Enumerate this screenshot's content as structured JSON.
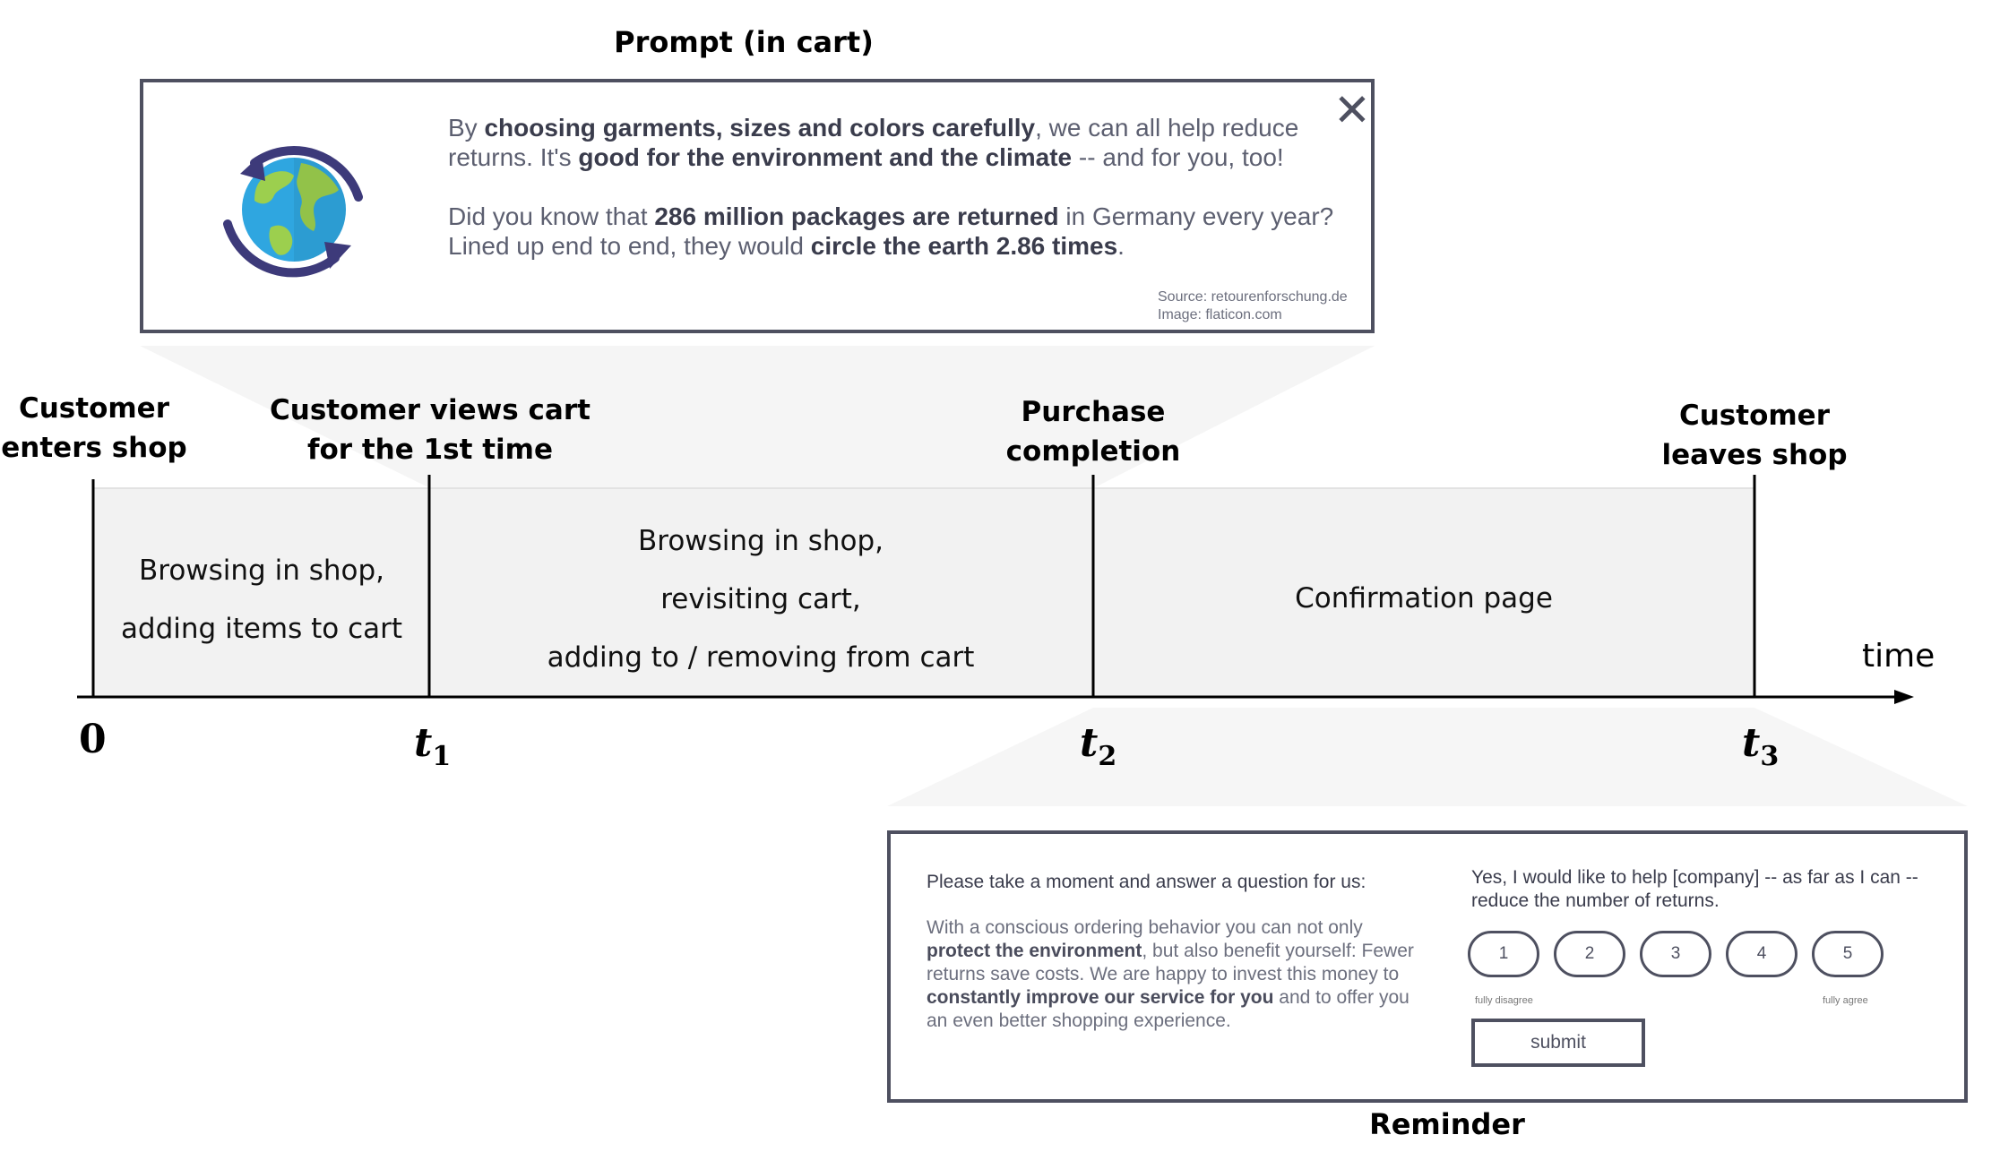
{
  "prompt": {
    "title": "Prompt (in cart)",
    "para1": [
      {
        "t": "By ",
        "b": false
      },
      {
        "t": "choosing garments, sizes and colors carefully",
        "b": true
      },
      {
        "t": ", we can all help reduce returns. It's ",
        "b": false
      },
      {
        "t": "good for the environment and the climate",
        "b": true
      },
      {
        "t": " -- and for you, too!",
        "b": false
      }
    ],
    "para2": [
      {
        "t": "Did you know that ",
        "b": false
      },
      {
        "t": "286 million packages are returned",
        "b": true
      },
      {
        "t": " in Germany every year? Lined up end to end, they would ",
        "b": false
      },
      {
        "t": "circle the earth 2.86 times",
        "b": true
      },
      {
        "t": ".",
        "b": false
      }
    ],
    "source": "Source: retourenforschung.de",
    "image_credit": "Image: flaticon.com",
    "close_icon": "close-icon",
    "globe_icon": "recycle-globe-icon"
  },
  "timeline": {
    "events": [
      {
        "label_lines": [
          "Customer",
          "enters shop"
        ],
        "tick": "0",
        "tick_sub": ""
      },
      {
        "label_lines": [
          "Customer views cart",
          "for the 1st time"
        ],
        "tick": "t",
        "tick_sub": "1"
      },
      {
        "label_lines": [
          "Purchase",
          "completion"
        ],
        "tick": "t",
        "tick_sub": "2"
      },
      {
        "label_lines": [
          "Customer",
          "leaves shop"
        ],
        "tick": "t",
        "tick_sub": "3"
      }
    ],
    "segments": [
      {
        "lines": [
          "Browsing in shop,",
          "adding items to cart"
        ]
      },
      {
        "lines": [
          "Browsing in shop,",
          "revisiting cart,",
          "adding to / removing from cart"
        ]
      },
      {
        "lines": [
          "Confirmation page"
        ]
      }
    ],
    "axis_label": "time"
  },
  "reminder": {
    "title": "Reminder",
    "heading": "Please take a moment and answer a question for us:",
    "body": [
      {
        "t": "With a conscious ordering behavior you can not only ",
        "b": false
      },
      {
        "t": "protect the environment",
        "b": true
      },
      {
        "t": ", but also benefit yourself: Fewer returns save costs. We are happy to invest this money to ",
        "b": false
      },
      {
        "t": "constantly improve our service for you",
        "b": true
      },
      {
        "t": " and to offer you an even better shopping experience.",
        "b": false
      }
    ],
    "question": "Yes, I would like to help [company] -- as far as I can -- reduce the number of returns.",
    "scale": [
      "1",
      "2",
      "3",
      "4",
      "5"
    ],
    "scale_min_label": "fully disagree",
    "scale_max_label": "fully agree",
    "submit_label": "submit"
  }
}
